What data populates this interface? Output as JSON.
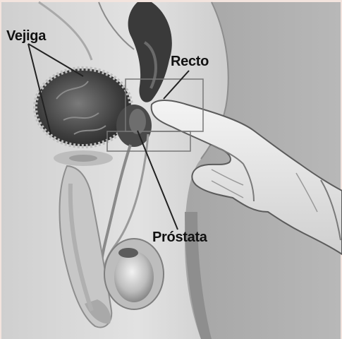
{
  "labels": {
    "bladder": "Vejiga",
    "rectum": "Recto",
    "prostate": "Próstata"
  },
  "colors": {
    "frame": "#f3e4de",
    "background": "#9c9c9c",
    "skin": "#d8d8d8",
    "organ_dark": "#4e4e4e",
    "glove": "#e9e9e9"
  }
}
